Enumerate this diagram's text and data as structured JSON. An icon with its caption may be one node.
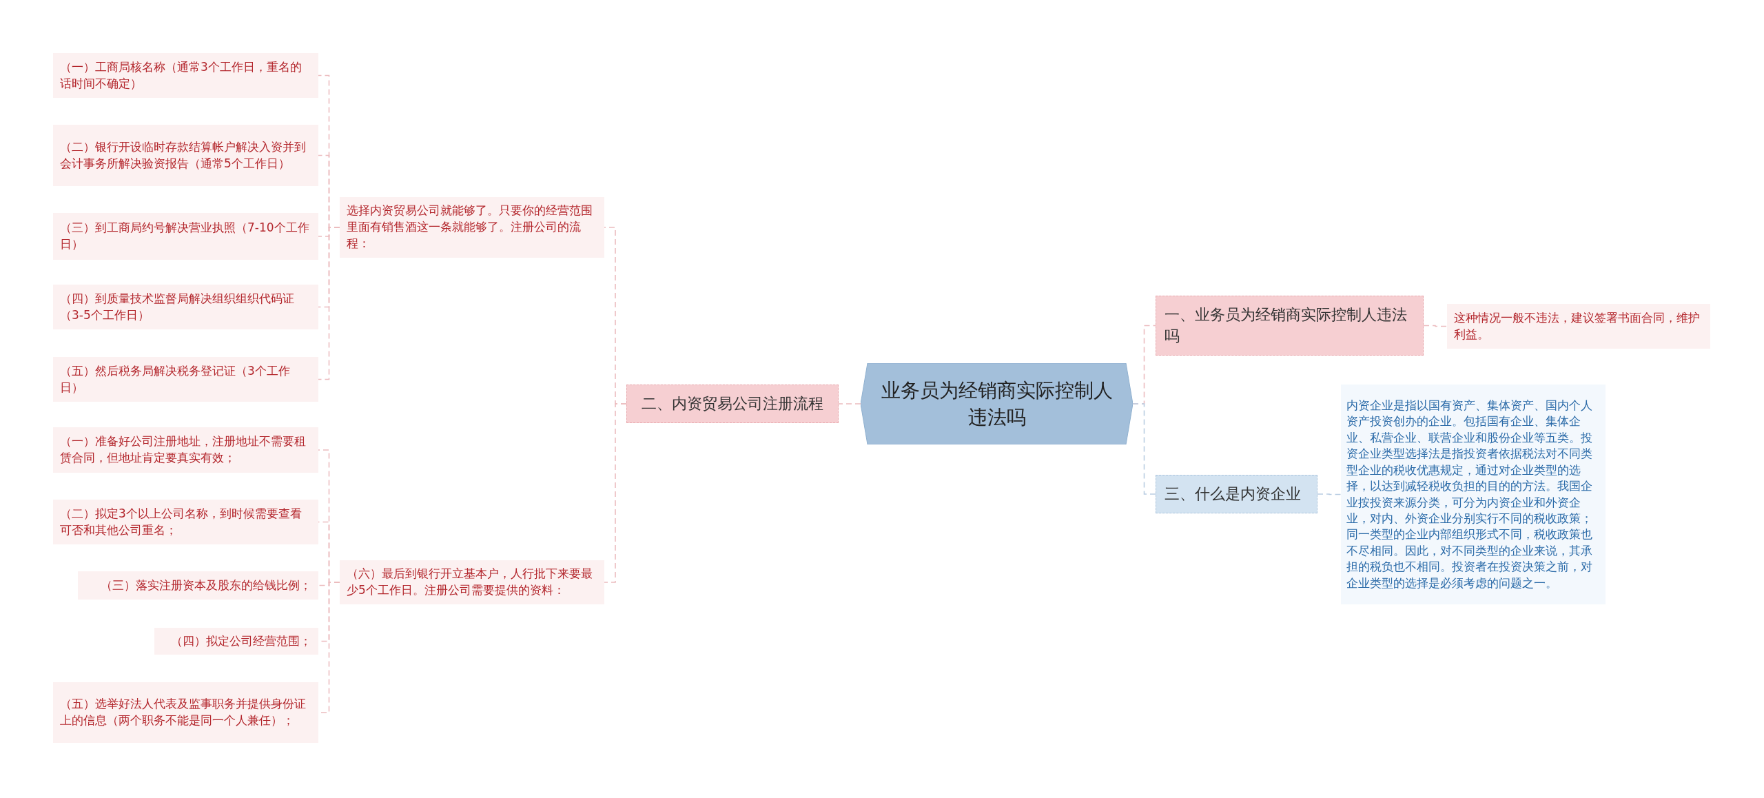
{
  "diagram": {
    "nodes": [
      {
        "text": [
          "业务员为经销商实际控制人违法吗"
        ]
      },
      {
        "text": [
          "二、内资贸易公司注册流程"
        ]
      },
      {
        "text": [
          "选择内资贸易公司就能够了。只要你的经营范围里面有销售酒这一条就能够了。注册公司的流程："
        ]
      },
      {
        "text": [
          "（六）最后到银行开立基本户，人行批下来要最少5个工作日。注册公司需要提供的资料："
        ]
      },
      {
        "text": [
          "（一）工商局核名称（通常3个工作日，重名的话时间不确定）"
        ]
      },
      {
        "text": [
          "（二）银行开设临时存款结算帐户解决入资并到会计事务所解决验资报告（通常5个工作日）"
        ]
      },
      {
        "text": [
          "（三）到工商局约号解决营业执照（7-10个工作日）"
        ]
      },
      {
        "text": [
          "（四）到质量技术监督局解决组织组织代码证（3-5个工作日）"
        ]
      },
      {
        "text": [
          "（五）然后税务局解决税务登记证（3个工作日）"
        ]
      },
      {
        "text": [
          "（一）准备好公司注册地址，注册地址不需要租赁合同，但地址肯定要真实有效；"
        ]
      },
      {
        "text": [
          "（二）拟定3个以上公司名称，到时候需要查看可否和其他公司重名；"
        ]
      },
      {
        "text": [
          "（三）落实注册资本及股东的给钱比例；"
        ]
      },
      {
        "text": [
          "（四）拟定公司经营范围；"
        ]
      },
      {
        "text": [
          "（五）选举好法人代表及监事职务并提供身份证上的信息（两个职务不能是同一个人兼任）；"
        ]
      },
      {
        "text": [
          "一、业务员为经销商实际控制人违法吗"
        ]
      },
      {
        "text": [
          "这种情况一般不违法，建议签署书面合同，维护利益。"
        ]
      },
      {
        "text": [
          "三、什么是内资企业"
        ]
      },
      {
        "text": [
          "内资企业是指以国有资产、集体资产、国内个人资产投资创办的企业。包括国有企业、集体企业、私营企业、联营企业和股份企业等五类。投资企业类型选择法是指投资者依据税法对不同类型企业的税收优惠规定，通过对企业类型的选择，以达到减轻税收负担的目的的方法。我国企业按投资来源分类，可分为内资企业和外资企业，对内、外资企业分别实行不同的税收政策；同一类型的企业内部组织形式不同，税收政策也不尽相同。因此，对不同类型的企业来说，其承担的税负也不相同。投资者在投资决策之前，对企业类型的选择是必须考虑的问题之一。"
        ]
      }
    ],
    "edges": [
      {
        "from": 0,
        "to": 1,
        "arrow": "none"
      },
      {
        "from": 1,
        "to": 2,
        "arrow": "none"
      },
      {
        "from": 1,
        "to": 3,
        "arrow": "none"
      },
      {
        "from": 2,
        "to": 4,
        "arrow": "none"
      },
      {
        "from": 2,
        "to": 5,
        "arrow": "none"
      },
      {
        "from": 2,
        "to": 6,
        "arrow": "none"
      },
      {
        "from": 2,
        "to": 7,
        "arrow": "none"
      },
      {
        "from": 2,
        "to": 8,
        "arrow": "none"
      },
      {
        "from": 3,
        "to": 9,
        "arrow": "none"
      },
      {
        "from": 3,
        "to": 10,
        "arrow": "none"
      },
      {
        "from": 3,
        "to": 11,
        "arrow": "none"
      },
      {
        "from": 3,
        "to": 12,
        "arrow": "none"
      },
      {
        "from": 3,
        "to": 13,
        "arrow": "none"
      },
      {
        "from": 0,
        "to": 14,
        "arrow": "none"
      },
      {
        "from": 14,
        "to": 15,
        "arrow": "none"
      },
      {
        "from": 0,
        "to": 16,
        "arrow": "none",
        "color": "#b9cde2"
      },
      {
        "from": 16,
        "to": 17,
        "arrow": "none",
        "color": "#b9cde2"
      }
    ]
  }
}
